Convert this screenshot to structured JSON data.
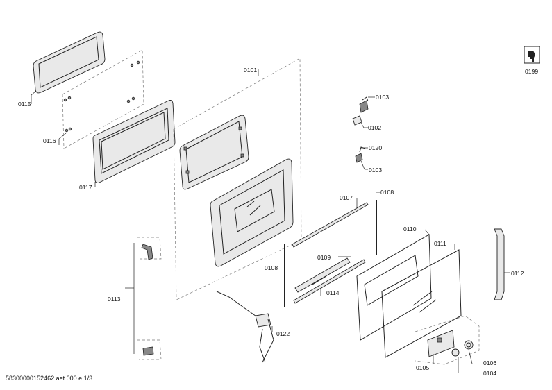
{
  "labels": {
    "p0101": "0101",
    "p0102": "0102",
    "p0103a": "0103",
    "p0103b": "0103",
    "p0104": "0104",
    "p0105": "0105",
    "p0106": "0106",
    "p0107": "0107",
    "p0108a": "0108",
    "p0108b": "0108",
    "p0109": "0109",
    "p0110": "0110",
    "p0111": "0111",
    "p0112": "0112",
    "p0113": "0113",
    "p0114": "0114",
    "p0115": "0115",
    "p0116": "0116",
    "p0117": "0117",
    "p0120": "0120",
    "p0122": "0122",
    "p0199": "0199"
  },
  "footer": "58300000152462 aet 000 e 1/3"
}
